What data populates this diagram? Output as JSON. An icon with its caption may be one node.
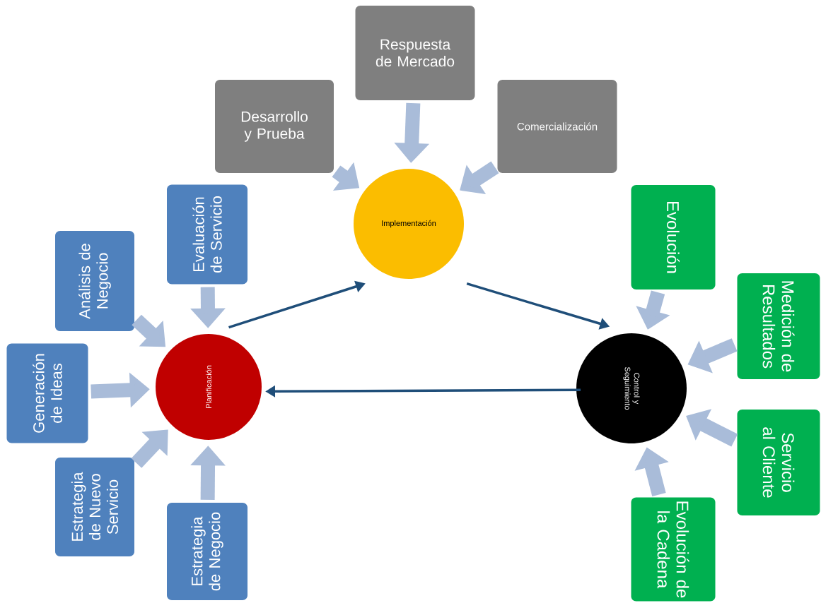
{
  "diagram": {
    "nodes": [
      {
        "text": [
          "Implementación"
        ]
      },
      {
        "text": [
          "Desarrollo y Prueba"
        ]
      },
      {
        "text": [
          "Respuesta de Mercado"
        ]
      },
      {
        "text": [
          "Comercialización"
        ]
      },
      {
        "text": [
          "Planificación"
        ]
      },
      {
        "text": [
          "Evaluación de Servicio"
        ]
      },
      {
        "text": [
          "Análisis de Negocio"
        ]
      },
      {
        "text": [
          "Generación de Ideas"
        ]
      },
      {
        "text": [
          "Estrategia de Nuevo Servicio"
        ]
      },
      {
        "text": [
          "Estrategia de Negocio"
        ]
      },
      {
        "text": [
          "Control y Seguimiento"
        ]
      },
      {
        "text": [
          "Evolución"
        ]
      },
      {
        "text": [
          "Medición de Resultados"
        ]
      },
      {
        "text": [
          "Servicio al Cliente"
        ]
      },
      {
        "text": [
          "Evolución de la Cadena"
        ]
      }
    ],
    "edges": [
      {
        "from": 1,
        "to": 0,
        "arrow": "to"
      },
      {
        "from": 2,
        "to": 0,
        "arrow": "to"
      },
      {
        "from": 3,
        "to": 0,
        "arrow": "to"
      },
      {
        "from": 5,
        "to": 4,
        "arrow": "to"
      },
      {
        "from": 6,
        "to": 4,
        "arrow": "to"
      },
      {
        "from": 7,
        "to": 4,
        "arrow": "to"
      },
      {
        "from": 8,
        "to": 4,
        "arrow": "to"
      },
      {
        "from": 9,
        "to": 4,
        "arrow": "to"
      },
      {
        "from": 11,
        "to": 10,
        "arrow": "to"
      },
      {
        "from": 12,
        "to": 10,
        "arrow": "to"
      },
      {
        "from": 13,
        "to": 10,
        "arrow": "to"
      },
      {
        "from": 14,
        "to": 10,
        "arrow": "to"
      },
      {
        "from": 4,
        "to": 0,
        "arrow": "to",
        "color": "#1f4e79"
      },
      {
        "from": 0,
        "to": 10,
        "arrow": "to",
        "color": "#1f4e79"
      },
      {
        "from": 10,
        "to": 4,
        "arrow": "to",
        "color": "#1f4e79"
      }
    ]
  }
}
